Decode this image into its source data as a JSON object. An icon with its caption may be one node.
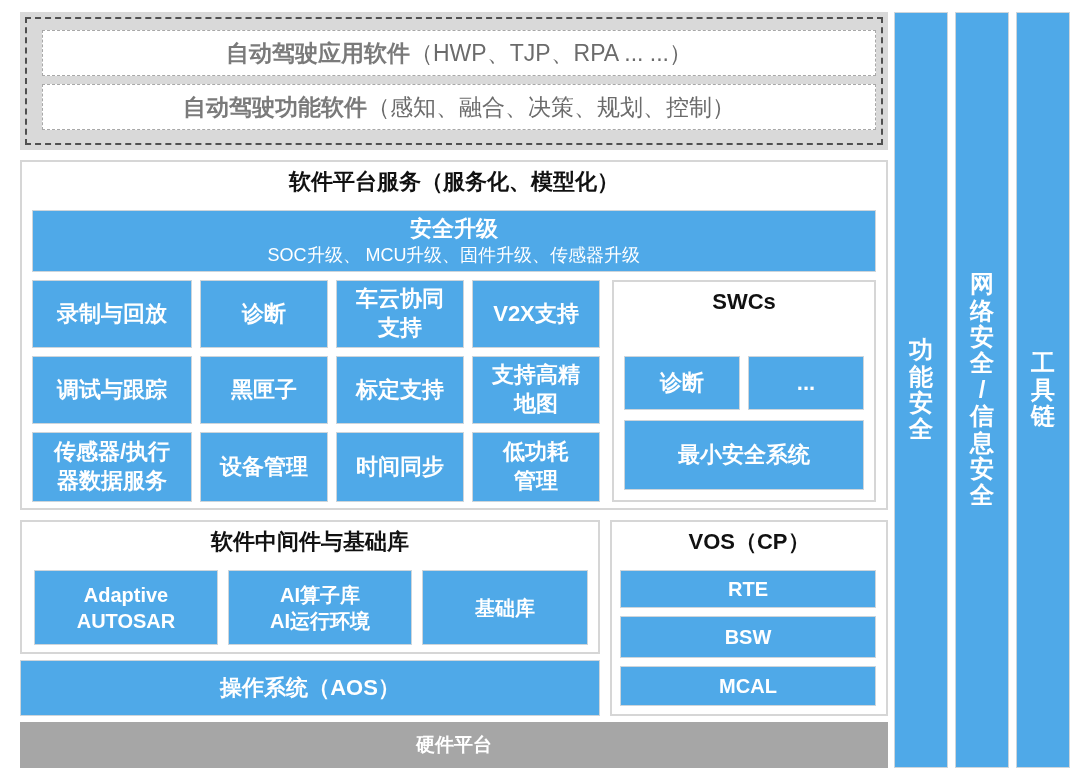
{
  "diagram": {
    "nodes": [
      {
        "text": [],
        "shape": "box"
      },
      {
        "text": [
          "**自动驾驶应用软件**（HWP、TJP、RPA ... ...）"
        ],
        "in": 0
      },
      {
        "text": [
          "**自动驾驶功能软件**（感知、融合、决策、规划、控制）"
        ],
        "in": 0
      },
      {
        "text": [
          "软件平台服务（服务化、模型化）"
        ]
      },
      {
        "text": [
          "安全升级",
          "SOC升级、 MCU升级、固件升级、传感器升级"
        ],
        "in": 3
      },
      {
        "text": [
          "录制与回放"
        ],
        "in": 3
      },
      {
        "text": [
          "诊断"
        ],
        "in": 3
      },
      {
        "text": [
          "车云协同支持"
        ],
        "in": 3
      },
      {
        "text": [
          "V2X支持"
        ],
        "in": 3
      },
      {
        "text": [
          "调试与跟踪"
        ],
        "in": 3
      },
      {
        "text": [
          "黑匣子"
        ],
        "in": 3
      },
      {
        "text": [
          "标定支持"
        ],
        "in": 3
      },
      {
        "text": [
          "支持高精地图"
        ],
        "in": 3
      },
      {
        "text": [
          "传感器/执行器数据服务"
        ],
        "in": 3
      },
      {
        "text": [
          "设备管理"
        ],
        "in": 3
      },
      {
        "text": [
          "时间同步"
        ],
        "in": 3
      },
      {
        "text": [
          "低功耗管理"
        ],
        "in": 3
      },
      {
        "text": [
          "SWCs"
        ],
        "in": 3
      },
      {
        "text": [
          "诊断"
        ],
        "in": 17
      },
      {
        "text": [
          "..."
        ],
        "in": 17
      },
      {
        "text": [
          "最小安全系统"
        ],
        "in": 17
      },
      {
        "text": [
          "软件中间件与基础库"
        ]
      },
      {
        "text": [
          "Adaptive AUTOSAR"
        ],
        "in": 21
      },
      {
        "text": [
          "AI算子库 AI运行环境"
        ],
        "in": 21
      },
      {
        "text": [
          "基础库"
        ],
        "in": 21
      },
      {
        "text": [
          "操作系统（AOS）"
        ]
      },
      {
        "text": [
          "VOS（CP）"
        ]
      },
      {
        "text": [
          "RTE"
        ],
        "in": 26
      },
      {
        "text": [
          "BSW"
        ],
        "in": 26
      },
      {
        "text": [
          "MCAL"
        ],
        "in": 26
      },
      {
        "text": [
          "硬件平台"
        ]
      },
      {
        "text": [
          "功能安全"
        ]
      },
      {
        "text": [
          "网络安全/信息安全"
        ]
      },
      {
        "text": [
          "工具链"
        ]
      }
    ]
  }
}
